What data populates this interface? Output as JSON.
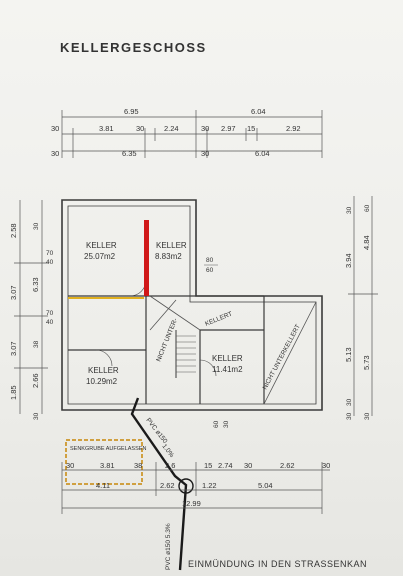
{
  "title": "KELLERGESCHOSS",
  "top_dims": {
    "row1": [
      "6.95",
      "6.04"
    ],
    "row2": [
      "30",
      "3.81",
      "30",
      "2.24",
      "30",
      "2.97",
      "15",
      "2.92"
    ],
    "row3": [
      "30",
      "6.35",
      "30",
      "6.04"
    ]
  },
  "left_dims": {
    "outer": [
      "2.58",
      "3.07",
      "3.07",
      "1.85"
    ],
    "inner": [
      "30",
      "6.33",
      "70",
      "40",
      "70",
      "40",
      "38",
      "2.66",
      "30"
    ]
  },
  "right_dims": {
    "outer": [
      "30",
      "3.94",
      "4.84",
      "5.13",
      "5.73",
      "30",
      "60",
      "30",
      "30"
    ]
  },
  "rooms": [
    {
      "name": "KELLER",
      "area": "25.07m2"
    },
    {
      "name": "KELLER",
      "area": "8.83m2"
    },
    {
      "name": "KELLER",
      "area": "10.29m2"
    },
    {
      "name": "KELLER",
      "area": "11.41m2"
    }
  ],
  "labels": {
    "not_excavated_1": "NICHT UNTER-",
    "not_excavated_2": "KELLERT",
    "not_excavated_3": "NICHT UNTERKELLERT",
    "pipe_1": "PVC ø150",
    "pipe_1_slope": "1.0%",
    "pipe_2": "PVC ø150 5.3%",
    "trench": "SENKGRUBE AUFGELASSEN",
    "outlet": "EINMÜNDUNG IN DEN STRASSENKAN",
    "door_1": "80",
    "door_2": "60",
    "door_3": "60",
    "door_4": "30"
  },
  "bottom_dims": {
    "row1": [
      "30",
      "3.81",
      "38",
      "2.6",
      "15",
      "2.74",
      "30",
      "2.62",
      "30"
    ],
    "row2": [
      "4.11",
      "2.62",
      "1.22",
      "5.04"
    ],
    "total": "12.99"
  },
  "colors": {
    "wall": "#3a3a3a",
    "red_wall": "#d01818",
    "pipe": "#1a1a1a",
    "trench_outline": "#d0a040",
    "yellow_line": "#e0b020"
  }
}
